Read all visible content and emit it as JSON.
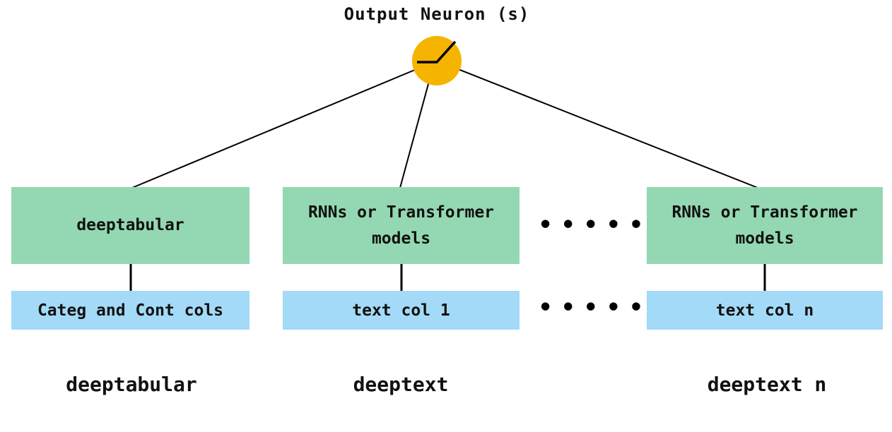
{
  "title": "Output Neuron (s)",
  "colors": {
    "model_box": "#93D8B2",
    "input_box": "#A3DAF7",
    "neuron": "#F4B400",
    "line": "#000000"
  },
  "columns": [
    {
      "model_label": "deeptabular",
      "input_label": "Categ and Cont cols",
      "caption": "deeptabular"
    },
    {
      "model_label": "RNNs or Transformer models",
      "input_label": "text col 1",
      "caption": "deeptext"
    },
    {
      "model_label": "RNNs or Transformer models",
      "input_label": "text col n",
      "caption": "deeptext n"
    }
  ],
  "ellipsis": "●●●●●"
}
